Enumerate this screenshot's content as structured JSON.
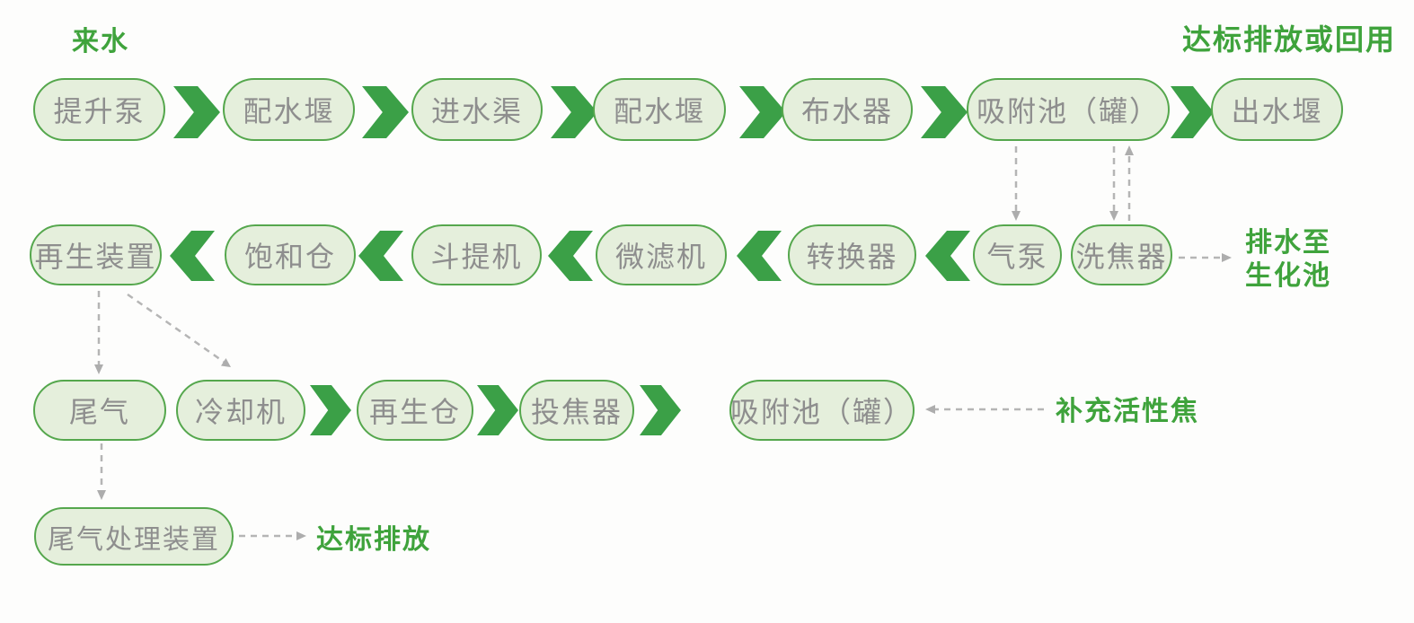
{
  "colors": {
    "pill_fill": "#e5efdc",
    "pill_border": "#55a74d",
    "pill_text": "#8e8e8e",
    "chevron_green": "#3ba047",
    "label_green": "#3fa33c",
    "dashed_gray": "#b5b5b5"
  },
  "nodes": {
    "r1": [
      "提升泵",
      "配水堰",
      "进水渠",
      "配水堰",
      "布水器",
      "吸附池（罐）",
      "出水堰"
    ],
    "r2": [
      "再生装置",
      "饱和仓",
      "斗提机",
      "微滤机",
      "转换器",
      "气泵",
      "洗焦器"
    ],
    "r3": [
      "尾气",
      "冷却机",
      "再生仓",
      "投焦器",
      "吸附池（罐）"
    ],
    "r4": [
      "尾气处理装置"
    ]
  },
  "labels": {
    "incoming": "来水",
    "discharge_or_reuse": "达标排放或回用",
    "drain_line1": "排水至",
    "drain_line2": "生化池",
    "coke_supplement": "补充活性焦",
    "final_discharge": "达标排放"
  },
  "dashed_connections": [
    "吸附池（罐）→ 气泵",
    "吸附池（罐）→ 洗焦器",
    "洗焦器 → 吸附池（罐）",
    "洗焦器 → 排水至生化池",
    "再生装置 → 尾气",
    "再生装置 → 冷却机",
    "尾气 → 尾气处理装置",
    "尾气处理装置 → 达标排放",
    "补充活性焦 → 吸附池（罐）"
  ]
}
